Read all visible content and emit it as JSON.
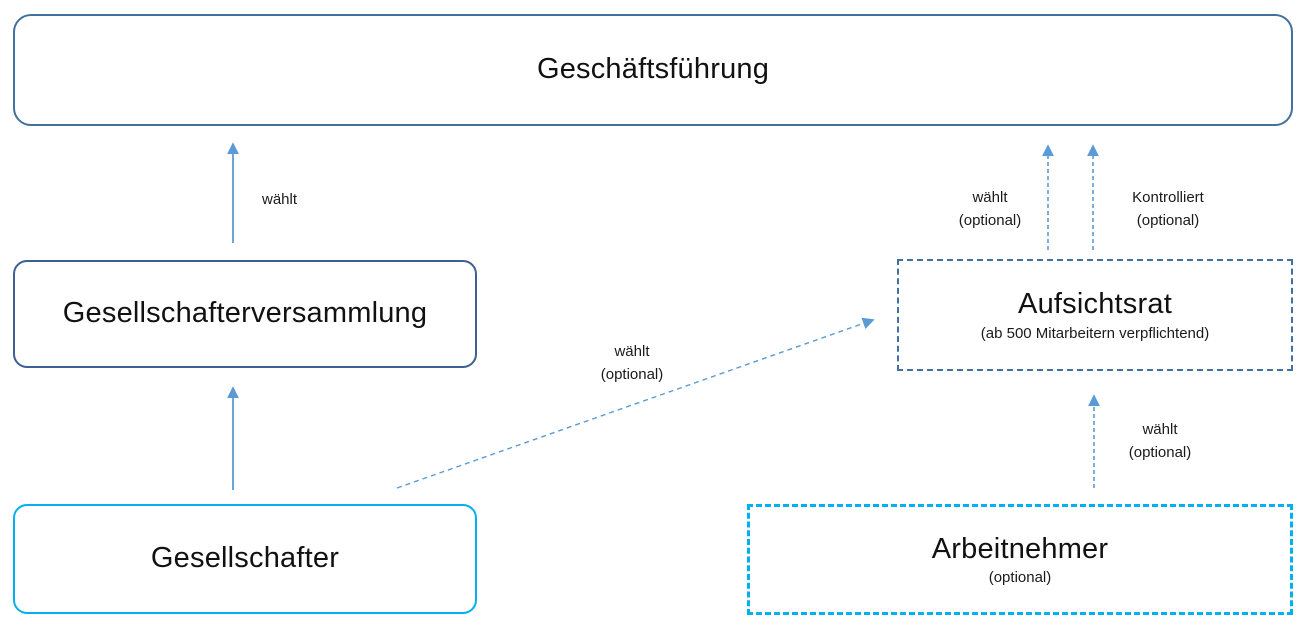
{
  "colors": {
    "accent_dark_border": "#41719c",
    "accent_dark_border_2": "#3c6191",
    "accent_cyan_border": "#00b0f0",
    "arrow_blue": "#5b9bd5",
    "text": "#1a1a1a"
  },
  "boxes": {
    "geschaeftsfuehrung": {
      "label": "Geschäftsführung"
    },
    "gesellschafterversammlung": {
      "label": "Gesellschafterversammlung"
    },
    "gesellschafter": {
      "label": "Gesellschafter"
    },
    "aufsichtsrat": {
      "label": "Aufsichtsrat",
      "sublabel": "(ab 500 Mitarbeitern verpflichtend)"
    },
    "arbeitnehmer": {
      "label": "Arbeitnehmer",
      "sublabel": "(optional)"
    }
  },
  "edges": {
    "gv_waehlt_gf": {
      "label": "wählt"
    },
    "gs_waehlt_ar": {
      "label": "wählt",
      "sublabel": "(optional)"
    },
    "ar_waehlt_gf": {
      "label": "wählt",
      "sublabel": "(optional)"
    },
    "ar_kontrolliert_gf": {
      "label": "Kontrolliert",
      "sublabel": "(optional)"
    },
    "an_waehlt_ar": {
      "label": "wählt",
      "sublabel": "(optional)"
    }
  }
}
